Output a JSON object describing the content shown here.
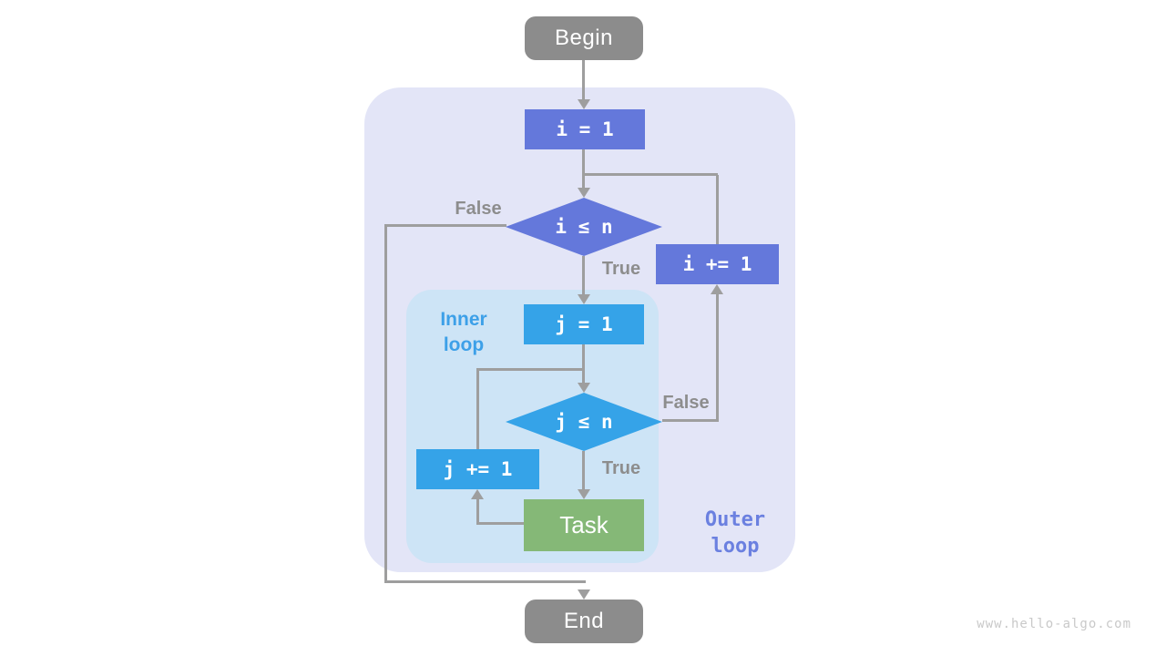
{
  "page": {
    "watermark": "www.hello-algo.com"
  },
  "flowchart": {
    "terminals": {
      "begin": "Begin",
      "end": "End"
    },
    "outer_loop": {
      "label_line1": "Outer",
      "label_line2": "loop",
      "init": "i = 1",
      "condition": "i ≤ n",
      "increment": "i += 1",
      "false_label": "False",
      "true_label": "True"
    },
    "inner_loop": {
      "label_line1": "Inner",
      "label_line2": "loop",
      "init": "j = 1",
      "condition": "j ≤ n",
      "increment": "j += 1",
      "task": "Task",
      "false_label": "False",
      "true_label": "True"
    },
    "colors": {
      "terminal_gray": "#8c8c8c",
      "outer_node_blue": "#6478db",
      "inner_node_blue": "#35a3e8",
      "task_green": "#85b877",
      "outer_region_bg": "#e3e5f7",
      "inner_region_bg": "#cde4f6",
      "connector_gray": "#9e9e9e",
      "edge_label_gray": "#8d8d8d",
      "inner_label_blue": "#3da0e8",
      "outer_label_purple": "#6b80e0",
      "watermark_gray": "#c9c9c9"
    }
  }
}
